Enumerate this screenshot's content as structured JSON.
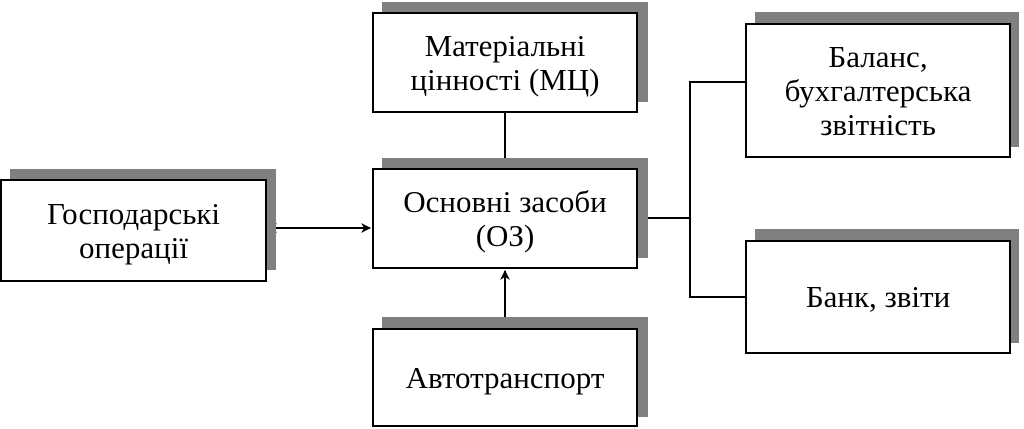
{
  "diagram": {
    "nodes": {
      "materials": {
        "label": "Матеріальні\nцінності (МЦ)"
      },
      "fixed_assets": {
        "label": "Основні засоби\n(ОЗ)"
      },
      "business_ops": {
        "label": "Господарські\nоперації"
      },
      "transport": {
        "label": "Автотранспорт"
      },
      "balance": {
        "label": "Баланс,\nбухгалтерська\nзвітність"
      },
      "bank": {
        "label": "Банк, звіти"
      }
    },
    "edges": [
      {
        "from": "materials",
        "to": "fixed_assets",
        "type": "arrow"
      },
      {
        "from": "transport",
        "to": "fixed_assets",
        "type": "arrow"
      },
      {
        "from": "business_ops",
        "to": "fixed_assets",
        "type": "bidirectional-arrow"
      },
      {
        "from": "fixed_assets",
        "to": "balance",
        "type": "line"
      },
      {
        "from": "fixed_assets",
        "to": "bank",
        "type": "line"
      }
    ],
    "colors": {
      "box_fill": "#ffffff",
      "border": "#000000",
      "shadow": "#808080"
    }
  }
}
